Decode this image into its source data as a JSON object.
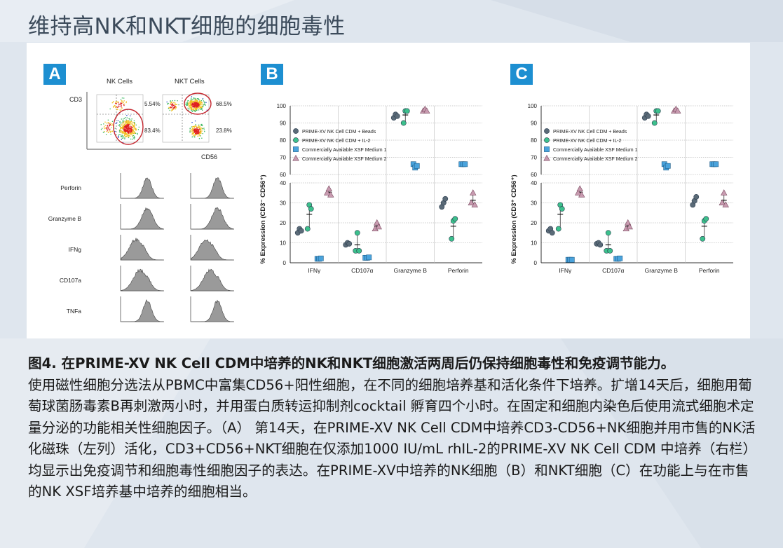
{
  "title": "维持高NK和NKT细胞的细胞毒性",
  "panels": {
    "a": {
      "badge": "A",
      "col_nk": "NK Cells",
      "col_nkt": "NKT Cells",
      "axis_y": "CD3",
      "axis_x": "CD56",
      "nk_upper_pct": "5.54%",
      "nk_lower_pct": "83.4%",
      "nkt_upper_pct": "68.5%",
      "nkt_lower_pct": "23.8%",
      "markers": [
        "Perforin",
        "Granzyme B",
        "IFNg",
        "CD107a",
        "TNFa"
      ]
    },
    "b": {
      "badge": "B"
    },
    "c": {
      "badge": "C"
    }
  },
  "chart_data": [
    {
      "type": "scatter",
      "panel": "B",
      "ylabel": "% Expression (CD3⁻ CD56⁺)",
      "categories": [
        "IFNγ",
        "CD107α",
        "Granzyme B",
        "Perforin"
      ],
      "y_upper_ticks": [
        60,
        70,
        80,
        90,
        100
      ],
      "y_lower_ticks": [
        0,
        10,
        20,
        30,
        40
      ],
      "legend": [
        "PRIME-XV NK Cell CDM + Beads",
        "PRIME-XV NK Cell CDM + IL-2",
        "Commercially Available XSF Medium 1",
        "Commercially Available XSF Medium 2"
      ],
      "series": [
        {
          "name": "PRIME-XV NK Cell CDM + Beads",
          "color": "#5b6b78",
          "shape": "circle",
          "values": [
            [
              15,
              17,
              16
            ],
            [
              9,
              10,
              9.5
            ],
            [
              93,
              95,
              94
            ],
            [
              28,
              30,
              32
            ]
          ]
        },
        {
          "name": "PRIME-XV NK Cell CDM + IL-2",
          "color": "#3cc08c",
          "shape": "circle",
          "values": [
            [
              17,
              29,
              27
            ],
            [
              6,
              15,
              6
            ],
            [
              90,
              97,
              97
            ],
            [
              12,
              21,
              22
            ]
          ]
        },
        {
          "name": "Commercially Available XSF Medium 1",
          "color": "#4aa3dc",
          "shape": "square",
          "values": [
            [
              2,
              2,
              2.2
            ],
            [
              2.5,
              2.5,
              2.7
            ],
            [],
            [
              66,
              66,
              66
            ]
          ]
        },
        {
          "name": "Commercially Available XSF Medium 2",
          "color": "#c89bb0",
          "shape": "triangle",
          "values": [
            [
              35,
              37,
              34
            ],
            [],
            [
              97,
              98,
              97
            ],
            []
          ]
        }
      ],
      "extra_points": [
        {
          "series": 3,
          "category": 1,
          "values": [
            17,
            20,
            18
          ]
        },
        {
          "series": 3,
          "category": 3,
          "values": [
            30,
            35,
            29
          ]
        },
        {
          "series": 2,
          "category": 2,
          "values": [
            66,
            64,
            65
          ]
        }
      ]
    },
    {
      "type": "scatter",
      "panel": "C",
      "ylabel": "% Expression (CD3⁺ CD56⁺)",
      "categories": [
        "IFNγ",
        "CD107α",
        "Granzyme B",
        "Perforin"
      ],
      "y_upper_ticks": [
        60,
        70,
        80,
        90,
        100
      ],
      "y_lower_ticks": [
        0,
        10,
        20,
        30,
        40
      ],
      "legend": [
        "PRIME-XV NK Cell CDM + Beads",
        "PRIME-XV NK Cell CDM + IL-2",
        "Commercially Available XSF Medium 1",
        "Commercially Available XSF Medium 2"
      ],
      "series": [
        {
          "name": "PRIME-XV NK Cell CDM + Beads",
          "color": "#5b6b78",
          "shape": "circle",
          "values": [
            [
              16,
              17,
              15
            ],
            [
              9.5,
              10,
              9
            ],
            [
              93,
              95,
              94
            ],
            [
              29,
              31,
              33
            ]
          ]
        },
        {
          "name": "PRIME-XV NK Cell CDM + IL-2",
          "color": "#3cc08c",
          "shape": "circle",
          "values": [
            [
              17,
              29,
              27
            ],
            [
              6,
              15,
              6
            ],
            [
              90,
              97,
              97
            ],
            [
              12,
              21,
              22
            ]
          ]
        },
        {
          "name": "Commercially Available XSF Medium 1",
          "color": "#4aa3dc",
          "shape": "square",
          "values": [
            [
              1.5,
              1.5,
              1.5
            ],
            [
              2,
              2,
              2.2
            ],
            [],
            [
              66,
              66,
              66
            ]
          ]
        },
        {
          "name": "Commercially Available XSF Medium 2",
          "color": "#c89bb0",
          "shape": "triangle",
          "values": [
            [
              35,
              37,
              34
            ],
            [],
            [
              97,
              98,
              97
            ],
            []
          ]
        }
      ],
      "extra_points": [
        {
          "series": 3,
          "category": 1,
          "values": [
            17,
            20,
            18
          ]
        },
        {
          "series": 3,
          "category": 3,
          "values": [
            30,
            35,
            29
          ]
        },
        {
          "series": 2,
          "category": 2,
          "values": [
            66,
            64,
            65
          ]
        }
      ]
    }
  ],
  "caption": {
    "title": "图4. 在PRIME-XV NK Cell CDM中培养的NK和NKT细胞激活两周后仍保持细胞毒性和免疫调节能力。",
    "body": "使用磁性细胞分选法从PBMC中富集CD56+阳性细胞，在不同的细胞培养基和活化条件下培养。扩增14天后，细胞用葡萄球菌肠毒素B再刺激两小时，并用蛋白质转运抑制剂cocktail 孵育四个小时。在固定和细胞内染色后使用流式细胞术定量分泌的功能相关性细胞因子。（A） 第14天，在PRIME-XV NK Cell CDM中培养CD3-CD56+NK细胞并用市售的NK活化磁珠（左列）活化，CD3+CD56+NKT细胞在仅添加1000 IU/mL rhIL-2的PRIME-XV NK Cell CDM 中培养（右栏）均显示出免疫调节和细胞毒性细胞因子的表达。在PRIME-XV中培养的NK细胞（B）和NKT细胞（C）在功能上与在市售的NK XSF培养基中培养的细胞相当。"
  }
}
